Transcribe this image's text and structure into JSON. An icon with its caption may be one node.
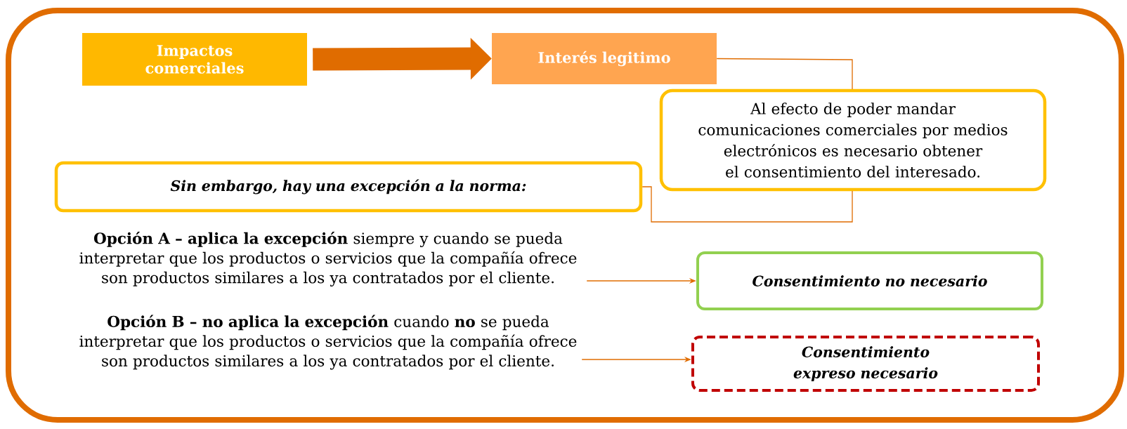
{
  "diagram": {
    "nodes": [
      {
        "text": [],
        "shape": "box"
      },
      {
        "text": [
          "Impactos comerciales"
        ],
        "in": 0
      },
      {
        "text": [
          "Interés legitimo"
        ],
        "in": 0
      },
      {
        "text": [
          "Al efecto de poder mandar comunicaciones comerciales por medios electrónicos es necesario obtener el consentimiento del interesado."
        ],
        "in": 0
      },
      {
        "text": [
          "Sin embargo, hay una excepción a la norma:"
        ],
        "in": 0
      },
      {
        "text": [
          "**Opción A – aplica la excepción** siempre y cuando se pueda interpretar que los productos o servicios que la compañía ofrece son productos similares a los ya contratados por el cliente."
        ],
        "in": 0
      },
      {
        "text": [
          "Consentimiento no necesario"
        ],
        "in": 0
      },
      {
        "text": [
          "**Opción B – no aplica la excepción** cuando **no** se pueda interpretar que los productos o servicios que la compañía ofrece son productos similares a los ya contratados por el cliente."
        ],
        "in": 0
      },
      {
        "text": [
          "Consentimiento expreso necesario"
        ],
        "in": 0
      }
    ],
    "edges": [
      {
        "from": 1,
        "to": 2,
        "arrow": "to",
        "style": "thick"
      },
      {
        "from": 2,
        "to": 3,
        "arrow": "none"
      },
      {
        "from": 3,
        "to": 4,
        "arrow": "none"
      },
      {
        "from": 5,
        "to": 6,
        "arrow": "to"
      },
      {
        "from": 7,
        "to": 8,
        "arrow": "to"
      }
    ]
  }
}
